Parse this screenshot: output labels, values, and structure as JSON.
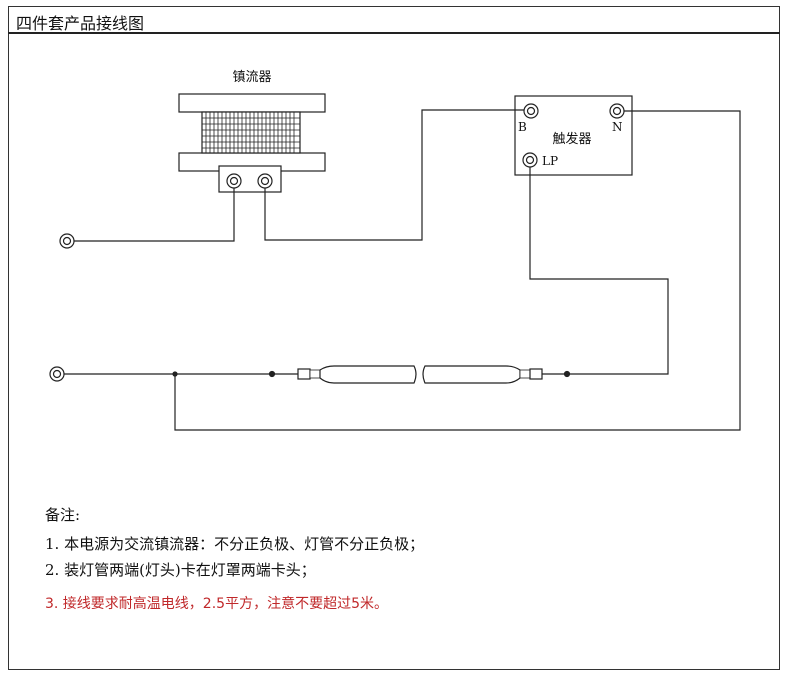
{
  "header": {
    "title": "四件套产品接线图"
  },
  "diagram": {
    "ballast_label": "镇流器",
    "igniter_label": "触发器",
    "terminal_b": "B",
    "terminal_n": "N",
    "terminal_lp": "LP"
  },
  "notes": {
    "heading": "备注:",
    "items": [
      "1. 本电源为交流镇流器：不分正负极、灯管不分正负极；",
      "2. 装灯管两端(灯头)卡在灯罩两端卡头；",
      "3. 接线要求耐高温电线，2.5平方，注意不要超过5米。"
    ]
  },
  "colors": {
    "warning_text": "#c0282a",
    "line": "#222222"
  }
}
